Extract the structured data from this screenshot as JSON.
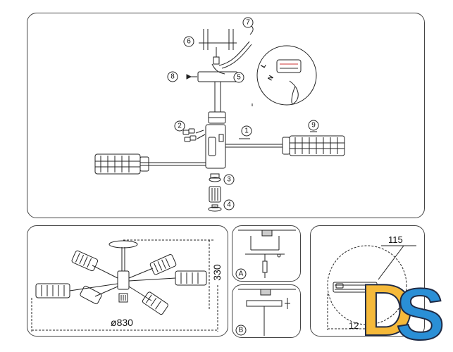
{
  "main_diagram": {
    "callouts": [
      "1",
      "2",
      "3",
      "4",
      "5",
      "6",
      "7",
      "8",
      "9"
    ],
    "wire_labels": [
      "L",
      "N"
    ]
  },
  "lamp_view": {
    "height_label": "330",
    "diameter_label": "ø830"
  },
  "detail_a": {
    "label": "A"
  },
  "detail_b": {
    "label": "B"
  },
  "canopy_view": {
    "width_label": "115",
    "depth_label": "12"
  },
  "logo": {
    "text": "DS",
    "colors": [
      "#f5b93a",
      "#2a8fd6"
    ]
  }
}
